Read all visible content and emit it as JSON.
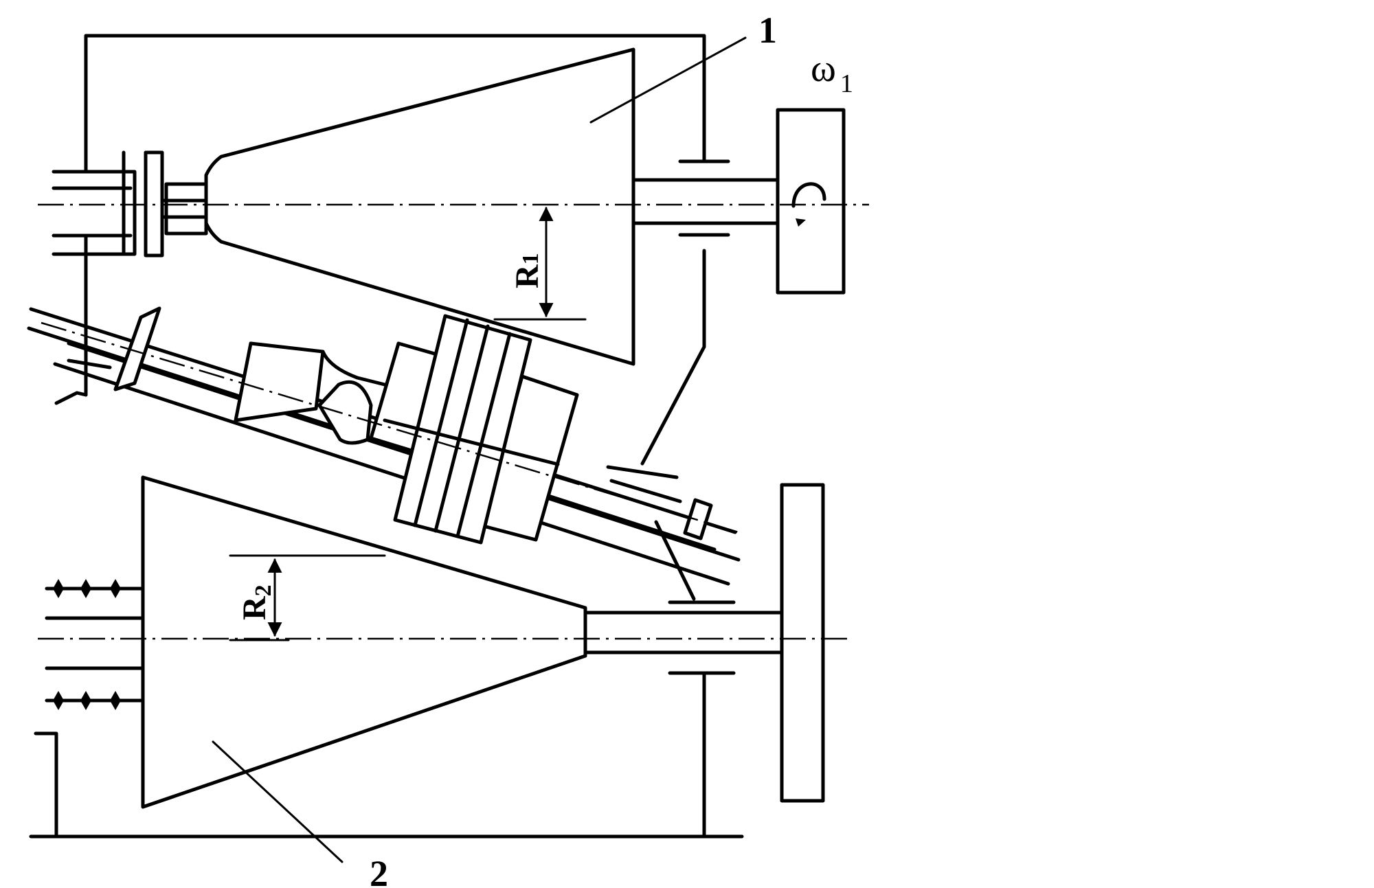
{
  "labels": {
    "part1": "1",
    "part2": "2",
    "omega_symbol": "ω",
    "omega_sub": "1",
    "r1_letter": "R",
    "r1_sub": "1",
    "r2_letter": "R",
    "r2_sub": "2"
  }
}
